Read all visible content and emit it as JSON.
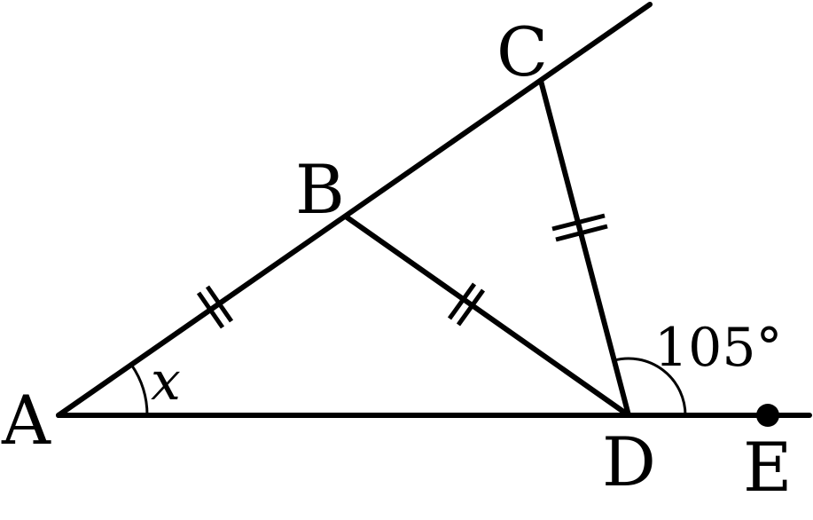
{
  "points": {
    "A": {
      "label": "A"
    },
    "B": {
      "label": "B"
    },
    "C": {
      "label": "C"
    },
    "D": {
      "label": "D"
    },
    "E": {
      "label": "E"
    }
  },
  "angles": {
    "x": {
      "label": "x"
    },
    "exterior_D": {
      "label": "105°",
      "value_deg": 105
    }
  },
  "equal_segments": [
    "AB",
    "BD",
    "CD"
  ]
}
